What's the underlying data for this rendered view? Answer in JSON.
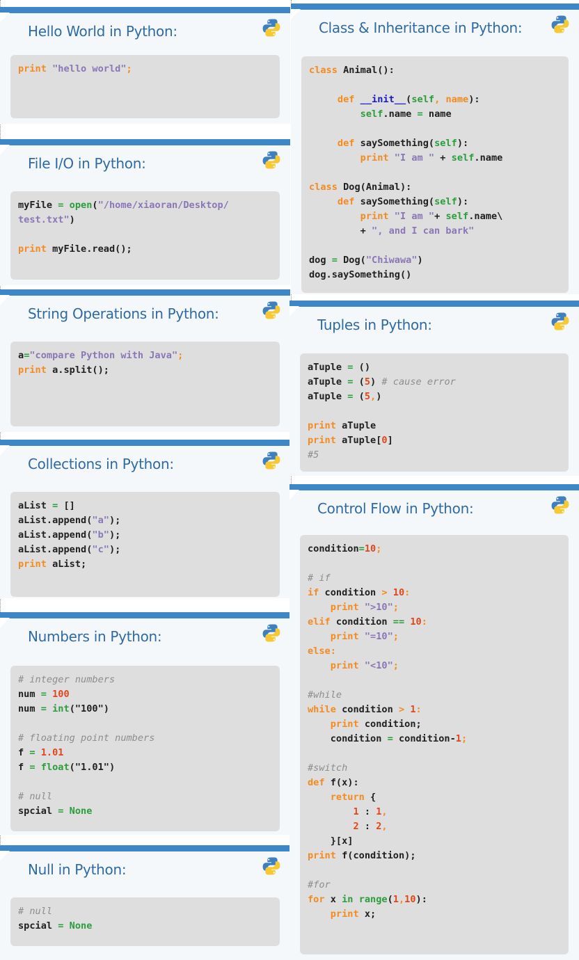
{
  "cards": {
    "hello": {
      "title": "Hello World in Python:"
    },
    "file": {
      "title": "File I/O in Python:"
    },
    "string": {
      "title": "String Operations in Python:"
    },
    "collections": {
      "title": "Collections in Python:"
    },
    "numbers": {
      "title": "Numbers in Python:"
    },
    "null": {
      "title": "Null in Python:"
    },
    "class": {
      "title": "Class & Inheritance in Python:"
    },
    "tuples": {
      "title": "Tuples in Python:"
    },
    "control": {
      "title": "Control Flow in Python:"
    }
  },
  "code": {
    "hello": [
      [
        [
          "k",
          "print"
        ],
        [
          "p",
          " "
        ],
        [
          "s",
          "\"hello world\""
        ],
        [
          "k",
          ";"
        ]
      ]
    ],
    "file": [
      [
        [
          "p",
          "myFile "
        ],
        [
          "b",
          "="
        ],
        [
          "p",
          " "
        ],
        [
          "b",
          "open"
        ],
        [
          "p",
          "("
        ],
        [
          "s",
          "\"/home/xiaoran/Desktop/"
        ]
      ],
      [
        [
          "s",
          "test.txt\""
        ],
        [
          "p",
          ")"
        ]
      ],
      [
        [
          "p",
          ""
        ]
      ],
      [
        [
          "k",
          "print"
        ],
        [
          "p",
          " myFile.read();"
        ]
      ]
    ],
    "string": [
      [
        [
          "p",
          "a"
        ],
        [
          "b",
          "="
        ],
        [
          "s",
          "\"compare Python with Java\""
        ],
        [
          "k",
          ";"
        ]
      ],
      [
        [
          "k",
          "print"
        ],
        [
          "p",
          " a.split();"
        ]
      ]
    ],
    "collections": [
      [
        [
          "p",
          "aList "
        ],
        [
          "b",
          "="
        ],
        [
          "p",
          " []"
        ]
      ],
      [
        [
          "p",
          "aList.append("
        ],
        [
          "s",
          "\"a\""
        ],
        [
          "p",
          ");"
        ]
      ],
      [
        [
          "p",
          "aList.append("
        ],
        [
          "s",
          "\"b\""
        ],
        [
          "p",
          ");"
        ]
      ],
      [
        [
          "p",
          "aList.append("
        ],
        [
          "s",
          "\"c\""
        ],
        [
          "p",
          ");"
        ]
      ],
      [
        [
          "k",
          "print"
        ],
        [
          "p",
          " aList;"
        ]
      ]
    ],
    "numbers": [
      [
        [
          "c",
          "# integer numbers"
        ]
      ],
      [
        [
          "p",
          "num "
        ],
        [
          "b",
          "="
        ],
        [
          "p",
          " "
        ],
        [
          "n",
          "100"
        ]
      ],
      [
        [
          "p",
          "num "
        ],
        [
          "b",
          "="
        ],
        [
          "p",
          " "
        ],
        [
          "b",
          "int"
        ],
        [
          "p",
          "(\"100\")"
        ]
      ],
      [
        [
          "p",
          ""
        ]
      ],
      [
        [
          "c",
          "# floating point numbers"
        ]
      ],
      [
        [
          "p",
          "f "
        ],
        [
          "b",
          "="
        ],
        [
          "p",
          " "
        ],
        [
          "n",
          "1.01"
        ]
      ],
      [
        [
          "p",
          "f "
        ],
        [
          "b",
          "="
        ],
        [
          "p",
          " "
        ],
        [
          "b",
          "float"
        ],
        [
          "p",
          "(\"1.01\")"
        ]
      ],
      [
        [
          "p",
          ""
        ]
      ],
      [
        [
          "c",
          "# null"
        ]
      ],
      [
        [
          "p",
          "spcial "
        ],
        [
          "b",
          "="
        ],
        [
          "p",
          " "
        ],
        [
          "b",
          "None"
        ]
      ]
    ],
    "null": [
      [
        [
          "c",
          "# null"
        ]
      ],
      [
        [
          "p",
          "spcial "
        ],
        [
          "b",
          "="
        ],
        [
          "p",
          " "
        ],
        [
          "b",
          "None"
        ]
      ]
    ],
    "class": [
      [
        [
          "k",
          "class"
        ],
        [
          "p",
          " Animal():"
        ]
      ],
      [
        [
          "p",
          ""
        ]
      ],
      [
        [
          "p",
          "     "
        ],
        [
          "k",
          "def"
        ],
        [
          "p",
          " "
        ],
        [
          "f",
          "__init__"
        ],
        [
          "p",
          "("
        ],
        [
          "b",
          "self"
        ],
        [
          "k",
          ","
        ],
        [
          "p",
          " "
        ],
        [
          "k",
          "name"
        ],
        [
          "p",
          "):"
        ]
      ],
      [
        [
          "p",
          "         "
        ],
        [
          "b",
          "self"
        ],
        [
          "p",
          ".name "
        ],
        [
          "b",
          "="
        ],
        [
          "p",
          " name"
        ]
      ],
      [
        [
          "p",
          ""
        ]
      ],
      [
        [
          "p",
          "     "
        ],
        [
          "k",
          "def"
        ],
        [
          "p",
          " saySomething("
        ],
        [
          "b",
          "self"
        ],
        [
          "p",
          "):"
        ]
      ],
      [
        [
          "p",
          "         "
        ],
        [
          "k",
          "print"
        ],
        [
          "p",
          " "
        ],
        [
          "s",
          "\"I am \""
        ],
        [
          "p",
          " + "
        ],
        [
          "b",
          "self"
        ],
        [
          "p",
          ".name"
        ]
      ],
      [
        [
          "p",
          ""
        ]
      ],
      [
        [
          "k",
          "class"
        ],
        [
          "p",
          " Dog(Animal):"
        ]
      ],
      [
        [
          "p",
          "     "
        ],
        [
          "k",
          "def"
        ],
        [
          "p",
          " saySomething("
        ],
        [
          "b",
          "self"
        ],
        [
          "p",
          "):"
        ]
      ],
      [
        [
          "p",
          "         "
        ],
        [
          "k",
          "print"
        ],
        [
          "p",
          " "
        ],
        [
          "s",
          "\"I am \""
        ],
        [
          "p",
          "+ "
        ],
        [
          "b",
          "self"
        ],
        [
          "p",
          ".name\\"
        ]
      ],
      [
        [
          "p",
          "         + "
        ],
        [
          "s",
          "\", and I can bark\""
        ]
      ],
      [
        [
          "p",
          ""
        ]
      ],
      [
        [
          "p",
          "dog "
        ],
        [
          "b",
          "="
        ],
        [
          "p",
          " Dog("
        ],
        [
          "s",
          "\"Chiwawa\""
        ],
        [
          "p",
          ")"
        ]
      ],
      [
        [
          "p",
          "dog.saySomething()"
        ]
      ]
    ],
    "tuples": [
      [
        [
          "p",
          "aTuple "
        ],
        [
          "b",
          "="
        ],
        [
          "p",
          " ()"
        ]
      ],
      [
        [
          "p",
          "aTuple "
        ],
        [
          "b",
          "="
        ],
        [
          "p",
          " ("
        ],
        [
          "n",
          "5"
        ],
        [
          "p",
          ") "
        ],
        [
          "c",
          "# cause error"
        ]
      ],
      [
        [
          "p",
          "aTuple "
        ],
        [
          "b",
          "="
        ],
        [
          "p",
          " ("
        ],
        [
          "n",
          "5"
        ],
        [
          "k",
          ","
        ],
        [
          "p",
          ")"
        ]
      ],
      [
        [
          "p",
          ""
        ]
      ],
      [
        [
          "k",
          "print"
        ],
        [
          "p",
          " aTuple"
        ]
      ],
      [
        [
          "k",
          "print"
        ],
        [
          "p",
          " aTuple["
        ],
        [
          "n",
          "0"
        ],
        [
          "p",
          "]"
        ]
      ],
      [
        [
          "c",
          "#5"
        ]
      ]
    ],
    "control": [
      [
        [
          "p",
          "condition"
        ],
        [
          "b",
          "="
        ],
        [
          "n",
          "10"
        ],
        [
          "k",
          ";"
        ]
      ],
      [
        [
          "p",
          ""
        ]
      ],
      [
        [
          "c",
          "# if"
        ]
      ],
      [
        [
          "k",
          "if"
        ],
        [
          "p",
          " condition "
        ],
        [
          "k",
          ">"
        ],
        [
          "p",
          " "
        ],
        [
          "n",
          "10"
        ],
        [
          "k",
          ":"
        ]
      ],
      [
        [
          "p",
          "    "
        ],
        [
          "k",
          "print"
        ],
        [
          "p",
          " "
        ],
        [
          "s",
          "\">10\""
        ],
        [
          "k",
          ";"
        ]
      ],
      [
        [
          "k",
          "elif"
        ],
        [
          "p",
          " condition "
        ],
        [
          "b",
          "=="
        ],
        [
          "p",
          " "
        ],
        [
          "n",
          "10"
        ],
        [
          "k",
          ":"
        ]
      ],
      [
        [
          "p",
          "    "
        ],
        [
          "k",
          "print"
        ],
        [
          "p",
          " "
        ],
        [
          "s",
          "\"=10\""
        ],
        [
          "k",
          ";"
        ]
      ],
      [
        [
          "k",
          "else"
        ],
        [
          "k",
          ":"
        ]
      ],
      [
        [
          "p",
          "    "
        ],
        [
          "k",
          "print"
        ],
        [
          "p",
          " "
        ],
        [
          "s",
          "\"<10\""
        ],
        [
          "k",
          ";"
        ]
      ],
      [
        [
          "p",
          ""
        ]
      ],
      [
        [
          "c",
          "#while"
        ]
      ],
      [
        [
          "k",
          "while"
        ],
        [
          "p",
          " condition "
        ],
        [
          "k",
          ">"
        ],
        [
          "p",
          " "
        ],
        [
          "n",
          "1"
        ],
        [
          "k",
          ":"
        ]
      ],
      [
        [
          "p",
          "    "
        ],
        [
          "k",
          "print"
        ],
        [
          "p",
          " condition;"
        ]
      ],
      [
        [
          "p",
          "    condition "
        ],
        [
          "b",
          "="
        ],
        [
          "p",
          " condition-"
        ],
        [
          "n",
          "1"
        ],
        [
          "k",
          ";"
        ]
      ],
      [
        [
          "p",
          ""
        ]
      ],
      [
        [
          "c",
          "#switch"
        ]
      ],
      [
        [
          "k",
          "def"
        ],
        [
          "p",
          " f(x):"
        ]
      ],
      [
        [
          "p",
          "    "
        ],
        [
          "k",
          "return"
        ],
        [
          "p",
          " {"
        ]
      ],
      [
        [
          "p",
          "        "
        ],
        [
          "n",
          "1"
        ],
        [
          "p",
          " : "
        ],
        [
          "n",
          "1"
        ],
        [
          "k",
          ","
        ]
      ],
      [
        [
          "p",
          "        "
        ],
        [
          "n",
          "2"
        ],
        [
          "p",
          " : "
        ],
        [
          "n",
          "2"
        ],
        [
          "k",
          ","
        ]
      ],
      [
        [
          "p",
          "    }[x]"
        ]
      ],
      [
        [
          "k",
          "print"
        ],
        [
          "p",
          " f(condition);"
        ]
      ],
      [
        [
          "p",
          ""
        ]
      ],
      [
        [
          "c",
          "#for"
        ]
      ],
      [
        [
          "k",
          "for"
        ],
        [
          "p",
          " x "
        ],
        [
          "b",
          "in"
        ],
        [
          "p",
          " "
        ],
        [
          "b",
          "range"
        ],
        [
          "p",
          "("
        ],
        [
          "n",
          "1"
        ],
        [
          "k",
          ","
        ],
        [
          "n",
          "10"
        ],
        [
          "p",
          "):"
        ]
      ],
      [
        [
          "p",
          "    "
        ],
        [
          "k",
          "print"
        ],
        [
          "p",
          " x;"
        ]
      ]
    ]
  },
  "colors": {
    "accent": "#3d87c8",
    "title": "#2f6aa3",
    "keyword": "#f58a1f",
    "string": "#8a77b5",
    "builtin": "#2a9d3c",
    "number": "#e2451a",
    "comment": "#8d8d8d"
  }
}
